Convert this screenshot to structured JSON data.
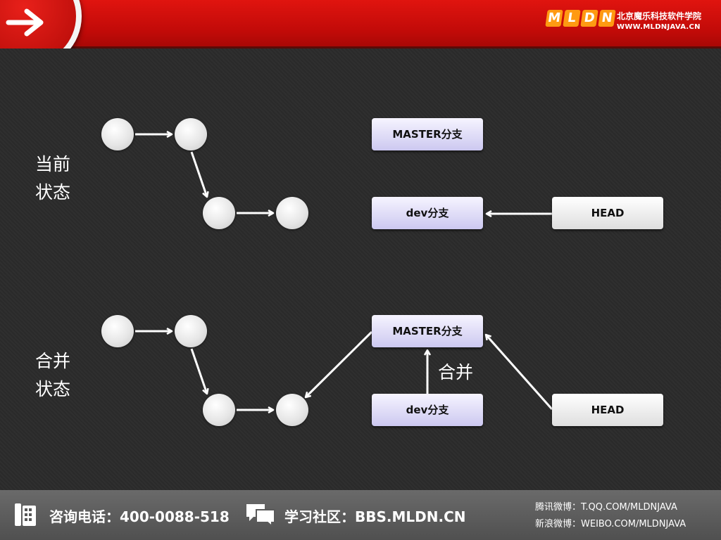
{
  "brand": {
    "logo_letters": [
      "M",
      "L",
      "D",
      "N"
    ],
    "name_cn": "北京魔乐科技软件学院",
    "url": "WWW.MLDNJAVA.CN"
  },
  "diagram": {
    "top_label": [
      "当前",
      "状态"
    ],
    "bottom_label": [
      "合并",
      "状态"
    ],
    "top": {
      "master": "MASTER分支",
      "dev": "dev分支",
      "head": "HEAD"
    },
    "bottom": {
      "master": "MASTER分支",
      "dev": "dev分支",
      "head": "HEAD",
      "merge_label": "合并"
    }
  },
  "footer": {
    "phone": "咨询电话：400-0088-518",
    "community": "学习社区：BBS.MLDN.CN",
    "tencent": "腾讯微博：T.QQ.COM/MLDNJAVA",
    "sina": "新浪微博：WEIBO.COM/MLDNJAVA"
  },
  "colors": {
    "header_red": "#d0100c",
    "logo_orange": "#ff9a12",
    "branch_box": "#dcd9f6"
  }
}
